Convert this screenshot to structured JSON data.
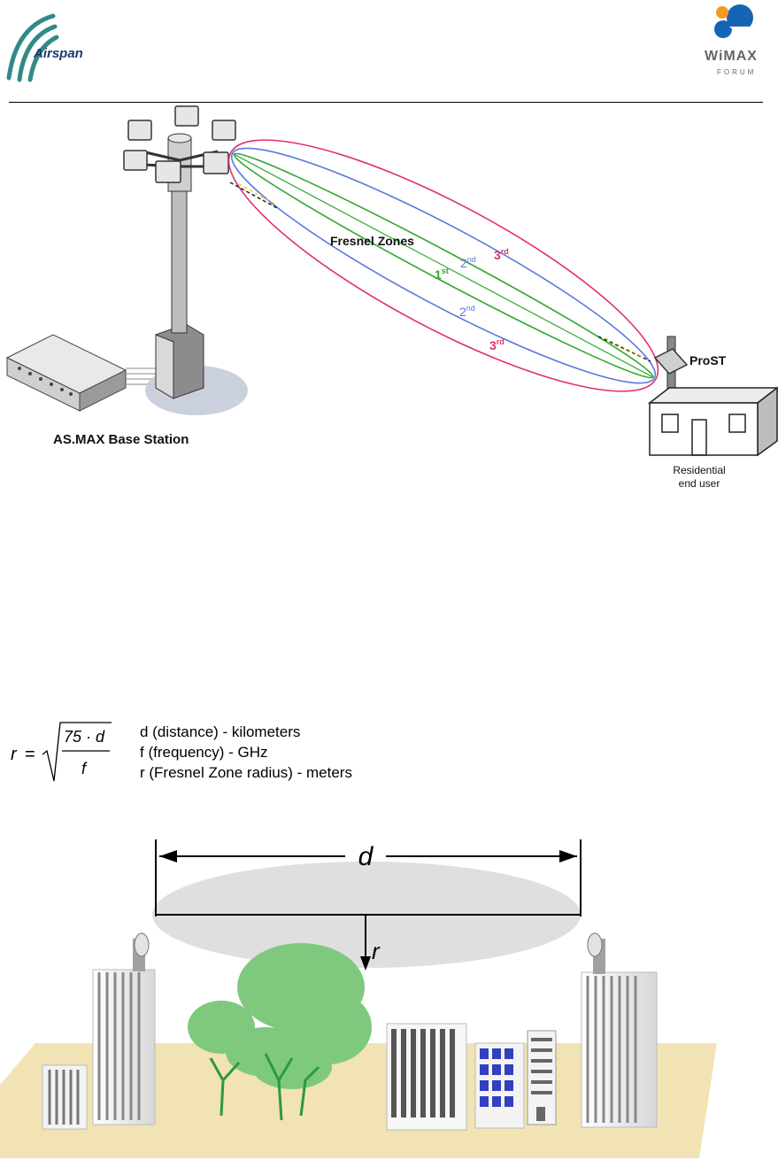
{
  "header": {
    "left_logo_text": "Airspan",
    "right_logo_text_main": "WiMAX",
    "right_logo_text_sub": "FORUM"
  },
  "top_diagram": {
    "zones_title": "Fresnel Zones",
    "zone_labels": [
      {
        "ord": "1",
        "sup": "st"
      },
      {
        "ord": "2",
        "sup": "nd"
      },
      {
        "ord": "3",
        "sup": "rd"
      },
      {
        "ord": "2",
        "sup": "nd"
      },
      {
        "ord": "3",
        "sup": "rd"
      }
    ],
    "base_station_label": "AS.MAX Base Station",
    "cpe_label": "ProST",
    "house_label_line1": "Residential",
    "house_label_line2": "end user",
    "colors": {
      "zone1": "#2fa82f",
      "zone2": "#5a78e0",
      "zone3": "#e0306f"
    }
  },
  "formula": {
    "lhs": "r",
    "numerator": "75 · d",
    "denominator": "f",
    "legend": [
      "d (distance) - kilometers",
      "f (frequency) - GHz",
      "r (Fresnel Zone radius) - meters"
    ]
  },
  "bottom_diagram": {
    "distance_label": "d",
    "radius_label": "r"
  }
}
